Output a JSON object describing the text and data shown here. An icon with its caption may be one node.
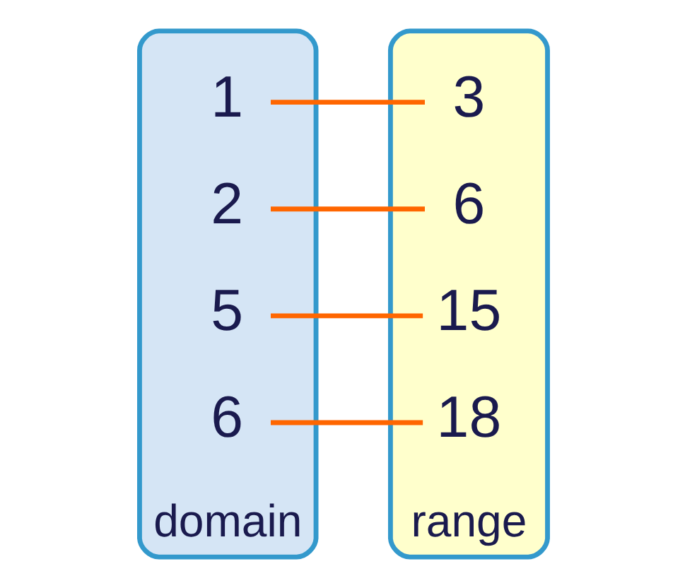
{
  "diagram": {
    "nodes": [
      {
        "text": [
          "domain"
        ]
      },
      {
        "text": [
          "1"
        ],
        "in": 0
      },
      {
        "text": [
          "2"
        ],
        "in": 0
      },
      {
        "text": [
          "5"
        ],
        "in": 0
      },
      {
        "text": [
          "6"
        ],
        "in": 0
      },
      {
        "text": [
          "range"
        ]
      },
      {
        "text": [
          "3"
        ],
        "in": 5
      },
      {
        "text": [
          "6"
        ],
        "in": 5
      },
      {
        "text": [
          "15"
        ],
        "in": 5
      },
      {
        "text": [
          "18"
        ],
        "in": 5
      }
    ],
    "edges": [
      {
        "from": 1,
        "to": 6,
        "arrow": "none",
        "color": "#ff6600"
      },
      {
        "from": 2,
        "to": 7,
        "arrow": "none",
        "color": "#ff6600"
      },
      {
        "from": 3,
        "to": 8,
        "arrow": "none",
        "color": "#ff6600"
      },
      {
        "from": 4,
        "to": 9,
        "arrow": "none",
        "color": "#ff6600"
      }
    ]
  }
}
